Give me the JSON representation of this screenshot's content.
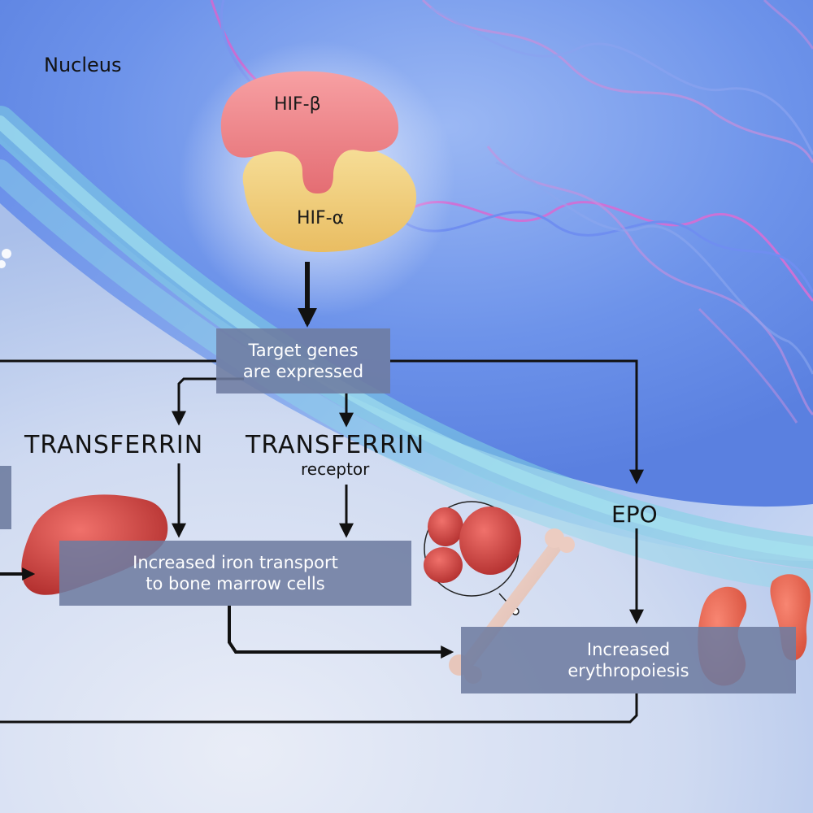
{
  "labels": {
    "nucleus": "Nucleus",
    "hif_beta": "HIF-β",
    "hif_alpha": "HIF-α",
    "transferrin": "TRANSFERRIN",
    "transferrin_receptor": "TRANSFERRIN",
    "receptor": "receptor",
    "epo": "EPO"
  },
  "boxes": {
    "target_genes": [
      "Target genes",
      "are expressed"
    ],
    "iron_transport": [
      "Increased iron transport",
      "to bone marrow cells"
    ],
    "erythropoiesis": [
      "Increased",
      "erythropoiesis"
    ]
  },
  "colors": {
    "box_fill": "#6e7ca0",
    "arrow": "#111111",
    "hif_beta": "#f0868a",
    "hif_alpha": "#f3d27f",
    "dna_pink": "#d77ad8",
    "dna_blue": "#6f8ef0",
    "organ_red": "#c9403f"
  },
  "icons": [
    "liver-icon",
    "bone-icon",
    "red-blood-cells-icon",
    "kidney-icon",
    "dna-helix-icon"
  ]
}
